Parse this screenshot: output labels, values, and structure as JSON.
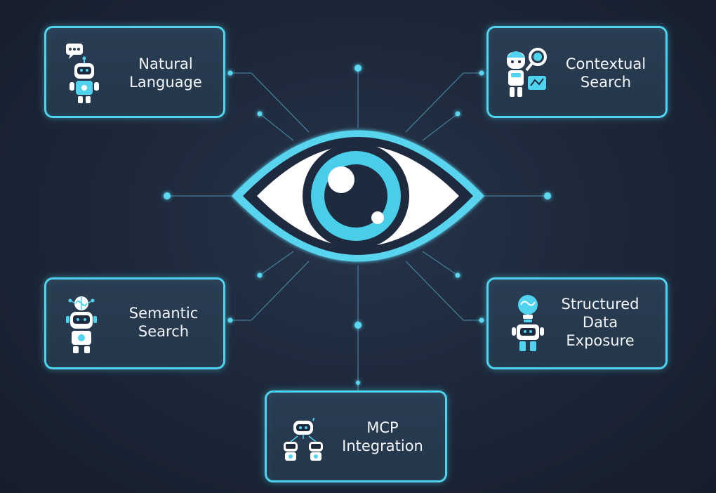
{
  "colors": {
    "accent": "#4fd3ee",
    "card_bg": "#26394d",
    "background": "#1c2638",
    "text": "#f2f6fa"
  },
  "center": {
    "icon": "eye-icon"
  },
  "cards": [
    {
      "id": "natural-language",
      "icon": "chat-robot-icon",
      "lines": [
        "Natural",
        "Language"
      ]
    },
    {
      "id": "contextual-search",
      "icon": "magnifier-robot-icon",
      "lines": [
        "Contextual",
        "Search"
      ]
    },
    {
      "id": "semantic-search",
      "icon": "brain-robot-icon",
      "lines": [
        "Semantic",
        "Search"
      ]
    },
    {
      "id": "structured-data-exposure",
      "icon": "lightbulb-robot-icon",
      "lines": [
        "Structured",
        "Data",
        "Exposure"
      ]
    },
    {
      "id": "mcp-integration",
      "icon": "robot-team-icon",
      "lines": [
        "MCP",
        "Integration"
      ]
    }
  ]
}
